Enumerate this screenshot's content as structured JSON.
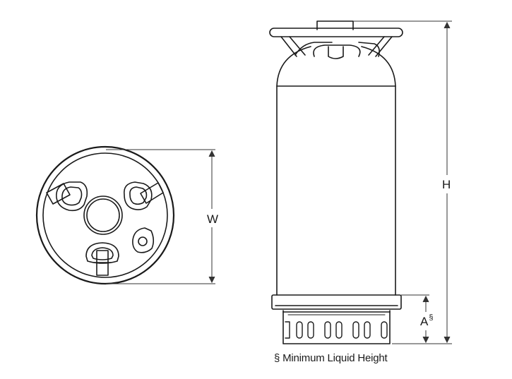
{
  "labels": {
    "width": "W",
    "height": "H",
    "a": "A",
    "a_mark": "§",
    "note": "§ Minimum Liquid Height"
  },
  "colors": {
    "stroke": "#1a1a1a",
    "dim_line": "#333333"
  }
}
